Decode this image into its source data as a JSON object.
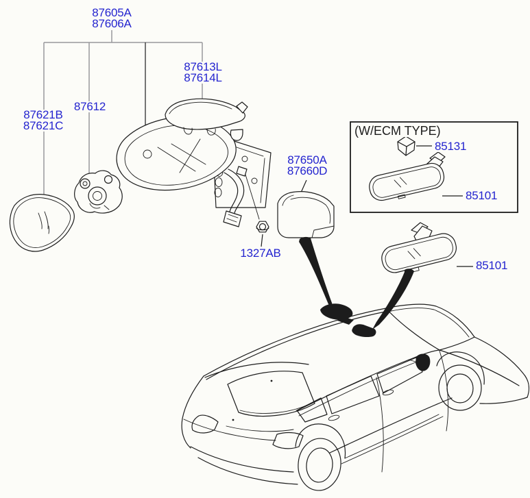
{
  "colors": {
    "background": "#fcfcf8",
    "label": "#2424cf",
    "leader": "#98989c",
    "art": "#1c1c1c"
  },
  "labels": {
    "mirror_assembly": {
      "line1": "87605A",
      "line2": "87606A"
    },
    "mirror_cover": {
      "line1": "87613L",
      "line2": "87614L"
    },
    "mirror_glass": {
      "line1": "87621B",
      "line2": "87621C"
    },
    "actuator": {
      "text": "87612"
    },
    "holder_cover": {
      "line1": "87650A",
      "line2": "87660D"
    },
    "nut": {
      "text": "1327AB"
    },
    "inside_mirror": {
      "text": "85101"
    }
  },
  "ecm_box": {
    "title": "(W/ECM TYPE)",
    "sensor_label": "85131",
    "mirror_label": "85101"
  }
}
